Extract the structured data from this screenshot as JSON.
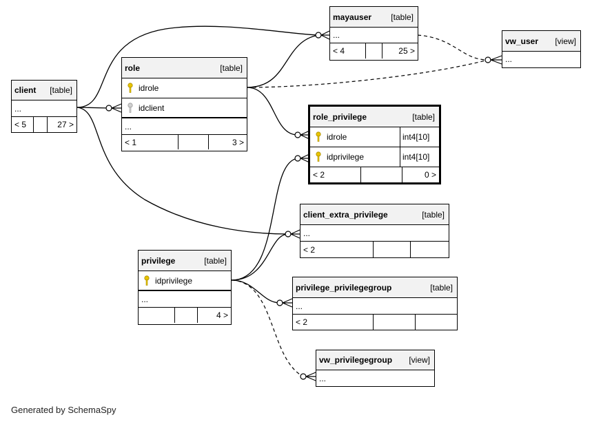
{
  "tables": {
    "mayauser": {
      "name": "mayauser",
      "kind": "[table]",
      "ellipsis": "...",
      "footer": [
        "< 4",
        "",
        "25 >"
      ]
    },
    "vw_user": {
      "name": "vw_user",
      "kind": "[view]",
      "ellipsis": "..."
    },
    "client": {
      "name": "client",
      "kind": "[table]",
      "ellipsis": "...",
      "footer": [
        "< 5",
        "",
        "27 >"
      ]
    },
    "role": {
      "name": "role",
      "kind": "[table]",
      "columns": [
        "idrole",
        "idclient"
      ],
      "ellipsis": "...",
      "footer": [
        "< 1",
        "",
        "3 >"
      ]
    },
    "role_privilege": {
      "name": "role_privilege",
      "kind": "[table]",
      "columns": [
        {
          "name": "idrole",
          "type": "int4[10]"
        },
        {
          "name": "idprivilege",
          "type": "int4[10]"
        }
      ],
      "footer": [
        "< 2",
        "",
        "0 >"
      ]
    },
    "client_extra_privilege": {
      "name": "client_extra_privilege",
      "kind": "[table]",
      "ellipsis": "...",
      "footer": [
        "< 2",
        "",
        ""
      ]
    },
    "privilege": {
      "name": "privilege",
      "kind": "[table]",
      "columns": [
        "idprivilege"
      ],
      "ellipsis": "...",
      "footer": [
        "",
        "",
        "4 >"
      ]
    },
    "privilege_privilegegroup": {
      "name": "privilege_privilegegroup",
      "kind": "[table]",
      "ellipsis": "...",
      "footer": [
        "< 2",
        "",
        ""
      ]
    },
    "vw_privilegegroup": {
      "name": "vw_privilegegroup",
      "kind": "[view]",
      "ellipsis": "..."
    }
  },
  "colors": {
    "primary_key": "#e8c400",
    "foreign_key": "#b8b8b8",
    "header_bg": "#f2f2f2",
    "line": "#000000"
  },
  "footer_credit": "Generated by SchemaSpy"
}
